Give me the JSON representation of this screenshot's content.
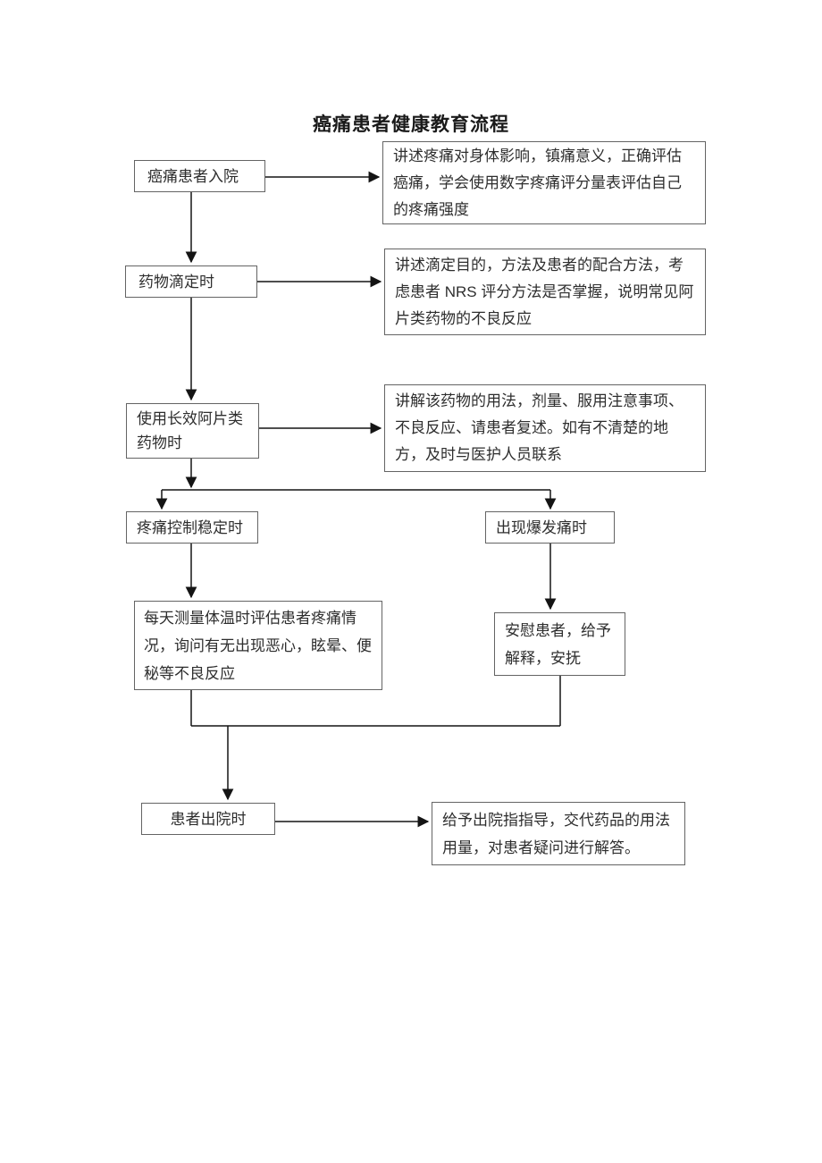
{
  "page": {
    "title": "癌痛患者健康教育流程",
    "background": "#ffffff"
  },
  "colors": {
    "box_border": "#646464",
    "text": "#2e2e2e",
    "arrow": "#141414"
  },
  "flowchart": {
    "nodes": {
      "admission": {
        "label": "癌痛患者入院"
      },
      "admission_note": {
        "label": "讲述疼痛对身体影响，镇痛意义，正确评估癌痛，学会使用数字疼痛评分量表评估自己的疼痛强度"
      },
      "titration": {
        "label": "药物滴定时"
      },
      "titration_note": {
        "label": "讲述滴定目的，方法及患者的配合方法，考虑患者 NRS 评分方法是否掌握，说明常见阿片类药物的不良反应"
      },
      "long_acting": {
        "label": "使用长效阿片类药物时"
      },
      "long_acting_note": {
        "label": "讲解该药物的用法，剂量、服用注意事项、不良反应、请患者复述。如有不清楚的地方，及时与医护人员联系"
      },
      "pain_stable": {
        "label": "疼痛控制稳定时"
      },
      "breakthrough": {
        "label": "出现爆发痛时"
      },
      "daily_assessment": {
        "label": "每天测量体温时评估患者疼痛情况，询问有无出现恶心，眩晕、便秘等不良反应"
      },
      "comfort": {
        "label": "安慰患者，给予解释，安抚"
      },
      "discharge": {
        "label": "患者出院时"
      },
      "discharge_note": {
        "label": "给予出院指指导，交代药品的用法用量，对患者疑问进行解答。"
      }
    }
  }
}
